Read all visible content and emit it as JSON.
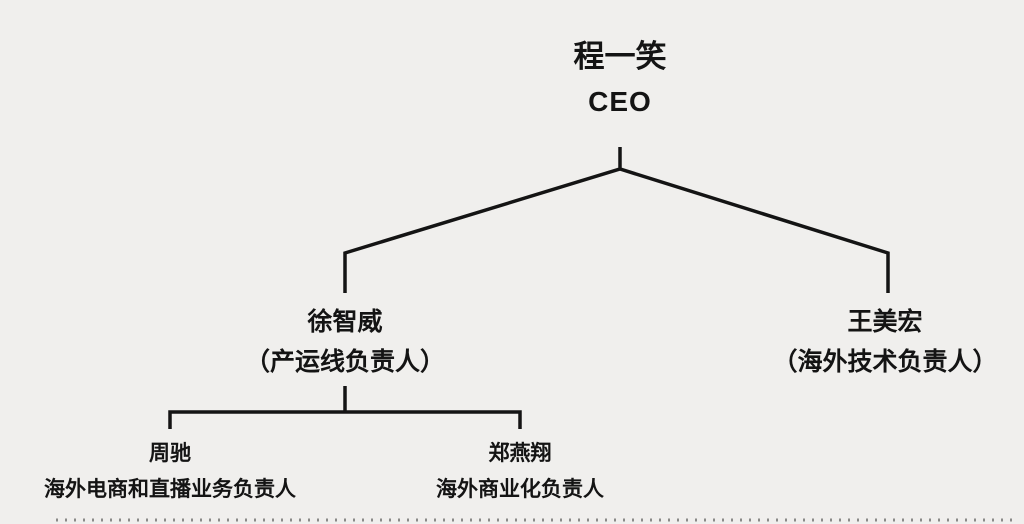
{
  "diagram": {
    "type": "org-chart",
    "background_color": "#f0efed",
    "line_color": "#141414",
    "text_color": "#141414",
    "nodes": {
      "ceo": {
        "name": "程一笑",
        "title": "CEO"
      },
      "xu": {
        "name": "徐智威",
        "title": "（产运线负责人）",
        "reports_to": "ceo"
      },
      "wang": {
        "name": "王美宏",
        "title": "（海外技术负责人）",
        "reports_to": "ceo"
      },
      "zhou": {
        "name": "周驰",
        "title": "海外电商和直播业务负责人",
        "reports_to": "xu"
      },
      "zheng": {
        "name": "郑燕翔",
        "title": "海外商业化负责人",
        "reports_to": "xu"
      }
    }
  }
}
